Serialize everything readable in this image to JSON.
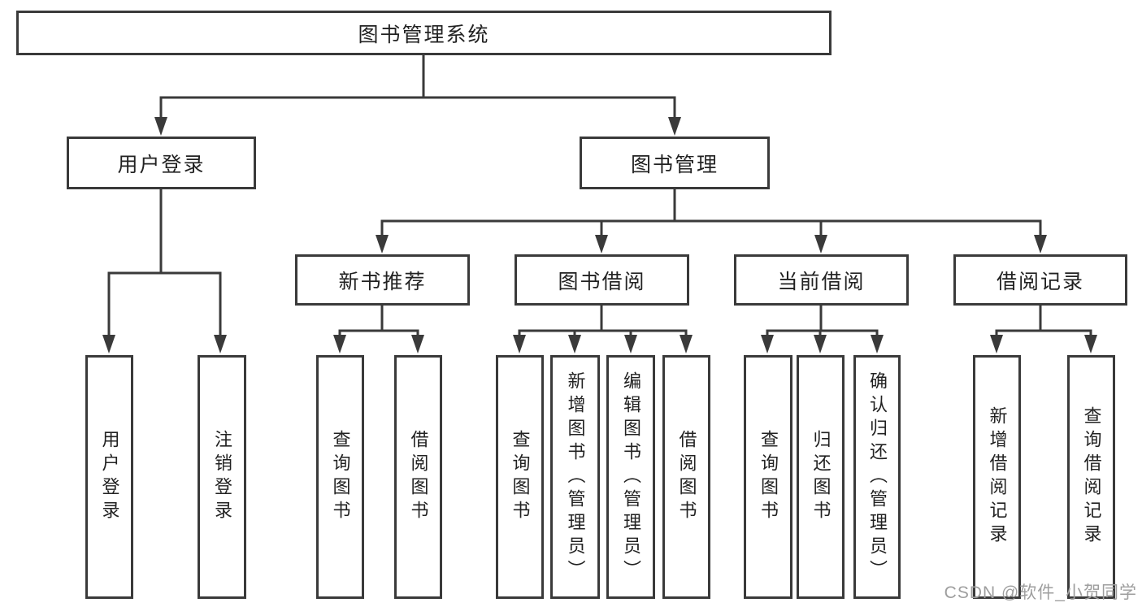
{
  "tree": {
    "label": "图书管理系统",
    "children": [
      {
        "label": "用户登录",
        "children": [
          {
            "label": "用户登录"
          },
          {
            "label": "注销登录"
          }
        ]
      },
      {
        "label": "图书管理",
        "children": [
          {
            "label": "新书推荐",
            "children": [
              {
                "label": "查询图书"
              },
              {
                "label": "借阅图书"
              }
            ]
          },
          {
            "label": "图书借阅",
            "children": [
              {
                "label": "查询图书"
              },
              {
                "label": "新增图书（管理员）"
              },
              {
                "label": "编辑图书（管理员）"
              },
              {
                "label": "借阅图书"
              }
            ]
          },
          {
            "label": "当前借阅",
            "children": [
              {
                "label": "查询图书"
              },
              {
                "label": "归还图书"
              },
              {
                "label": "确认归还（管理员）"
              }
            ]
          },
          {
            "label": "借阅记录",
            "children": [
              {
                "label": "新增借阅记录"
              },
              {
                "label": "查询借阅记录"
              }
            ]
          }
        ]
      }
    ]
  },
  "watermark": {
    "text": "CSDN @软件_小贺同学",
    "color": "#9e9e9e"
  },
  "colors": {
    "line": "#3a3a3a",
    "box_border": "#3a3a3a",
    "text": "#222222",
    "background": "#ffffff"
  }
}
